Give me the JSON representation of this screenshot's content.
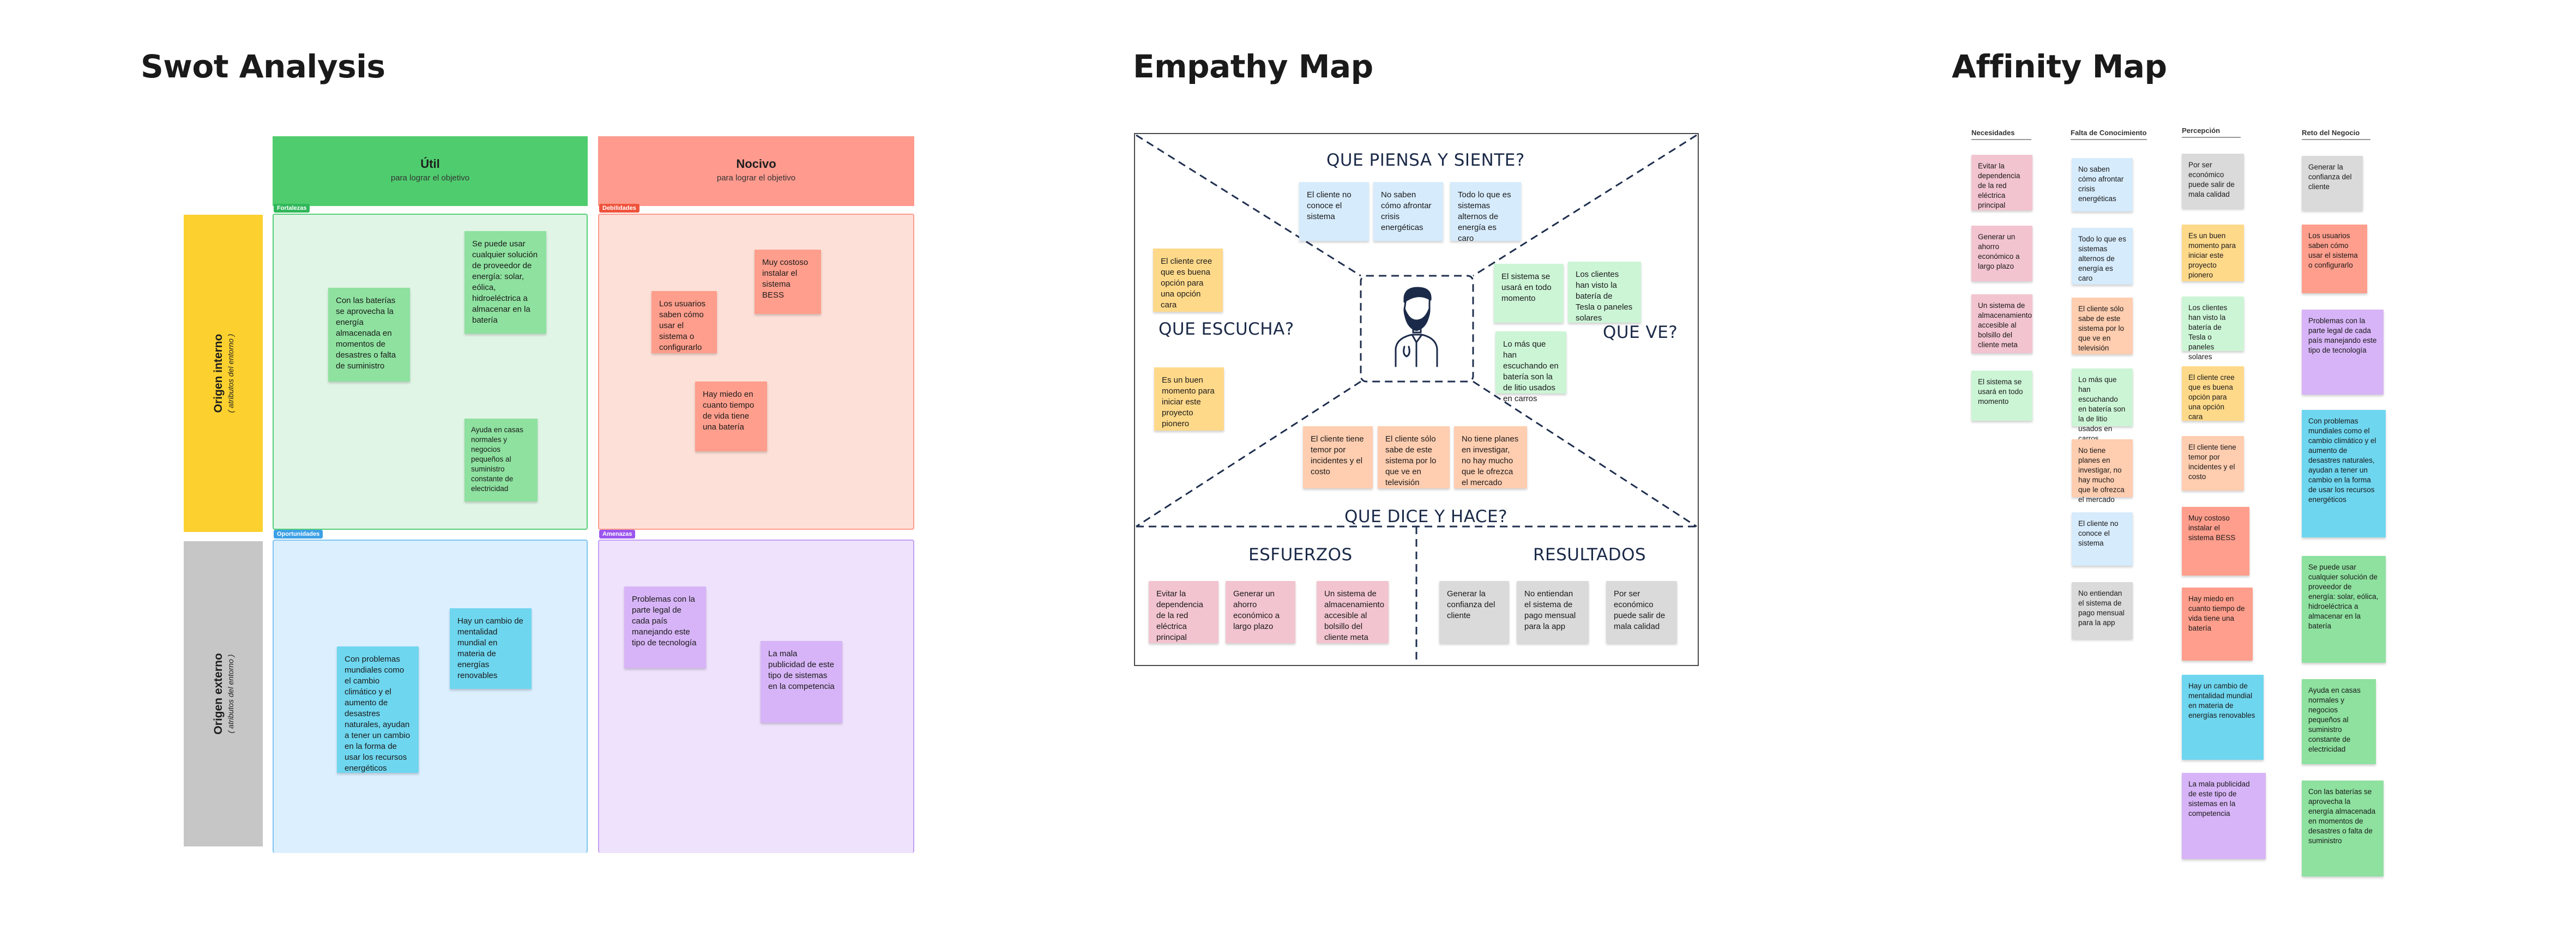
{
  "titles": {
    "swot": "Swot Analysis",
    "empathy": "Empathy Map",
    "affinity": "Affinity Map"
  },
  "swot": {
    "util": {
      "title": "Útil",
      "subtitle": "para lograr el objetivo"
    },
    "nocivo": {
      "title": "Nocivo",
      "subtitle": "para lograr el objetivo"
    },
    "interno": {
      "title": "Origen interno",
      "subtitle": "( atributos del entorno )"
    },
    "externo": {
      "title": "Origen externo",
      "subtitle": "( atributos del entorno )"
    },
    "tags": {
      "fortalezas": "Fortalezas",
      "debilidades": "Debilidades",
      "oportunidades": "Oportunidades",
      "amenazas": "Amenazas"
    },
    "notes": {
      "f1": "Con las baterías se aprovecha la energía almacenada en momentos de desastres o falta de suministro",
      "f2": "Se puede usar cualquier solución de proveedor de energía: solar, eólica, hidroeléctrica a almacenar en la batería",
      "f3": "Ayuda en casas normales y negocios pequeños al suministro constante de electricidad",
      "d1": "Los usuarios saben cómo usar el sistema o configurarlo",
      "d2": "Muy costoso instalar el sistema BESS",
      "d3": "Hay miedo en cuanto tiempo de vida tiene una batería",
      "o1": "Con problemas mundiales como el cambio climático y el aumento de desastres naturales, ayudan a tener un cambio en la forma de usar los recursos energéticos",
      "o2": "Hay un cambio de mentalidad mundial en materia de energías renovables",
      "a1": "Problemas con la parte legal de cada país manejando este tipo de tecnología",
      "a2": "La mala publicidad de este tipo de sistemas en la competencia"
    }
  },
  "empathy": {
    "labels": {
      "piensa": "QUE PIENSA Y SIENTE?",
      "escucha": "QUE ESCUCHA?",
      "ve": "QUE VE?",
      "dice": "QUE DICE Y HACE?",
      "esfuerzos": "ESFUERZOS",
      "resultados": "RESULTADOS"
    },
    "notes": {
      "p1": "El cliente no conoce el sistema",
      "p2": "No saben cómo afrontar crisis energéticas",
      "p3": "Todo lo que es sistemas alternos de energía es caro",
      "e1": "El cliente cree que es buena opción para una opción cara",
      "e2": "Es un buen momento para iniciar este proyecto pionero",
      "v1": "El sistema se usará en todo momento",
      "v2": "Los clientes han visto la batería de Tesla o paneles solares",
      "v3": "Lo más que han escuchando en batería son la de litio usados en carros",
      "h1": "El cliente tiene temor por incidentes y el costo",
      "h2": "El cliente sólo sabe de este sistema por lo que ve en televisión",
      "h3": "No tiene planes en investigar, no hay mucho que le ofrezca el mercado",
      "s1": "Evitar la dependencia de la red eléctrica principal",
      "s2": "Generar un ahorro económico a largo plazo",
      "s3": "Un sistema de almacenamiento accesible al bolsillo del cliente meta",
      "r1": "Generar la confianza del cliente",
      "r2": "No entiendan el sistema de pago mensual para la app",
      "r3": "Por ser económico puede salir de mala calidad"
    }
  },
  "affinity": {
    "columns": {
      "necesidades": "Necesidades",
      "falta": "Falta de Conocimiento",
      "percepcion": "Percepción",
      "reto": "Reto del Negocio"
    },
    "col1": [
      "Evitar la dependencia de la red eléctrica principal",
      "Generar un ahorro económico a largo plazo",
      "Un sistema de almacenamiento accesible al bolsillo del cliente meta",
      "El sistema se usará en todo momento"
    ],
    "col2": [
      "No saben cómo afrontar crisis energéticas",
      "Todo lo que es sistemas alternos de energía es caro",
      "El cliente sólo sabe de este sistema por lo que ve en televisión",
      "Lo más que han escuchando en batería son la de litio usados en carros",
      "No tiene planes en investigar, no hay mucho que le ofrezca el mercado",
      "El cliente no conoce el sistema",
      "No entiendan el sistema de pago mensual para la app"
    ],
    "col3": [
      "Por ser económico puede salir de mala calidad",
      "Es un buen momento para iniciar este proyecto pionero",
      "Los clientes han visto la batería de Tesla o paneles solares",
      "El cliente cree que es buena opción para una opción cara",
      "El cliente tiene temor por incidentes y el costo",
      "Muy costoso instalar el sistema BESS",
      "Hay miedo en cuanto tiempo de vida tiene una batería",
      "Hay un cambio de mentalidad mundial en materia de energías renovables",
      "La mala publicidad de este tipo de sistemas en la competencia"
    ],
    "col4": [
      "Generar la confianza del cliente",
      "Los usuarios saben cómo usar el sistema o configurarlo",
      "Problemas con la parte legal de cada país manejando este tipo de tecnología",
      "Con problemas mundiales como el cambio climático y el aumento de desastres naturales, ayudan a tener un cambio en la forma de usar los recursos energéticos",
      "Se puede usar cualquier solución de proveedor de energía: solar, eólica, hidroeléctrica a almacenar en la batería",
      "Ayuda en casas normales y negocios pequeños al suministro constante de electricidad",
      "Con las baterías se aprovecha la energía almacenada en momentos de desastres o falta de suministro"
    ]
  }
}
